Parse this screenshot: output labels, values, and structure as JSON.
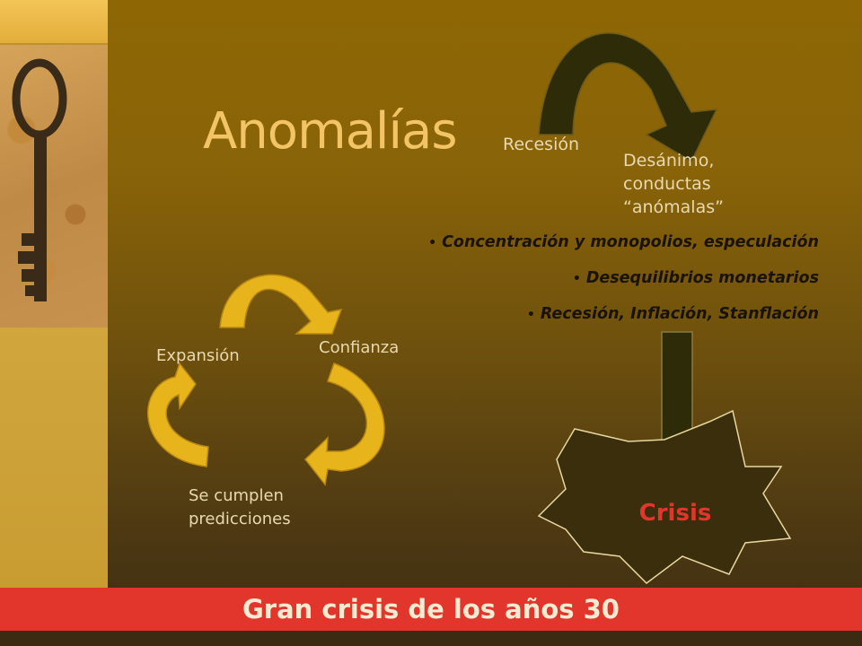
{
  "slide": {
    "title": "Anomalías",
    "footer": "Gran crisis de los años 30"
  },
  "cycle_top": {
    "recesion": "Recesión",
    "desanimo_lines": [
      "Desánimo,",
      "conductas",
      "“anómalas”"
    ]
  },
  "bullets": [
    "Concentración y monopolios, especulación",
    "Desequilibrios monetarios",
    "Recesión, Inflación, Stanflación"
  ],
  "cycle_left": {
    "expansion": "Expansión",
    "confianza": "Confianza",
    "predicciones_lines": [
      "Se cumplen",
      "predicciones"
    ]
  },
  "crisis": "Crisis",
  "colors": {
    "title": "#f2c466",
    "footer_bg": "#e2352b",
    "footer_text": "#f6ead1",
    "crisis_text": "#e2352b",
    "yellow_arrow": "#e8b41c",
    "dark_arrow": "#2e2c08"
  }
}
